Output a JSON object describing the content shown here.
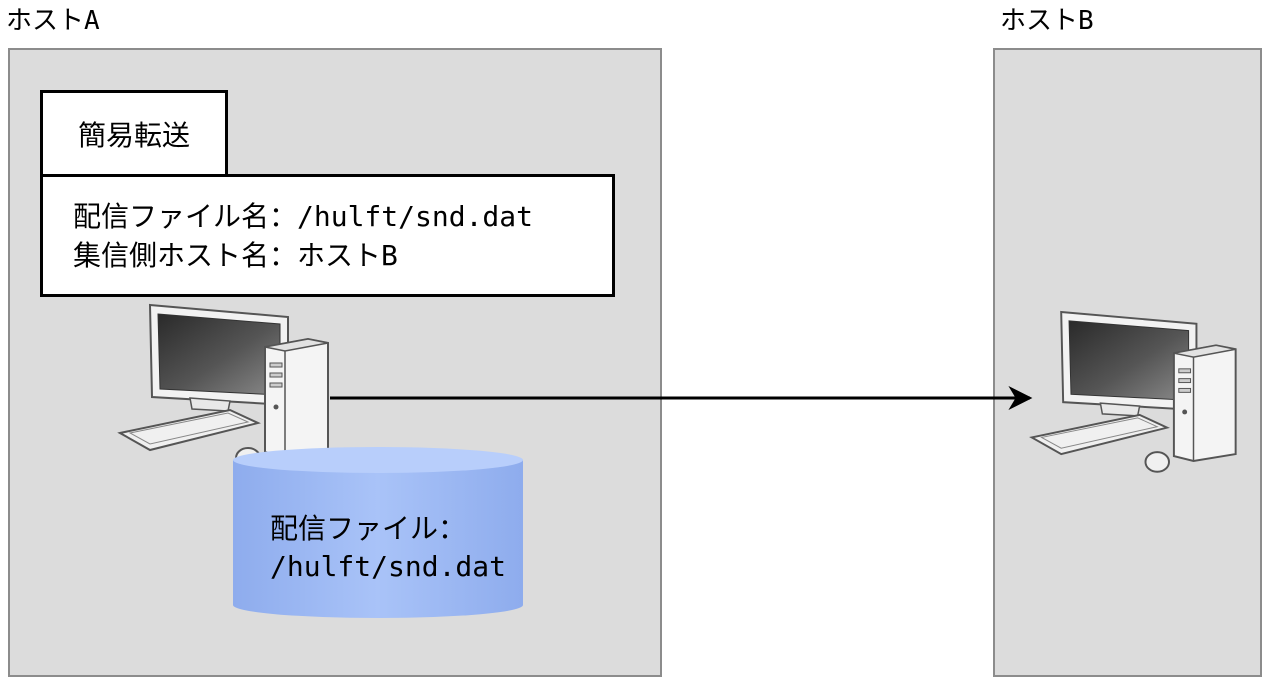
{
  "host_a": {
    "label": "ホストA",
    "transfer_panel": {
      "title": "簡易転送",
      "lines": [
        "配信ファイル名：/hulft/snd.dat",
        "集信側ホスト名：ホストB"
      ]
    },
    "file_store": {
      "lines": [
        "配信ファイル：",
        "/hulft/snd.dat"
      ],
      "fill_color": "#9db9f5"
    }
  },
  "host_b": {
    "label": "ホストB"
  },
  "icons": [
    "computer-icon",
    "database-icon",
    "arrow-icon"
  ],
  "colors": {
    "host_background": "#dcdcdc",
    "host_border": "#8c8c8c",
    "cylinder": "#9db9f5",
    "arrow": "#000000"
  }
}
